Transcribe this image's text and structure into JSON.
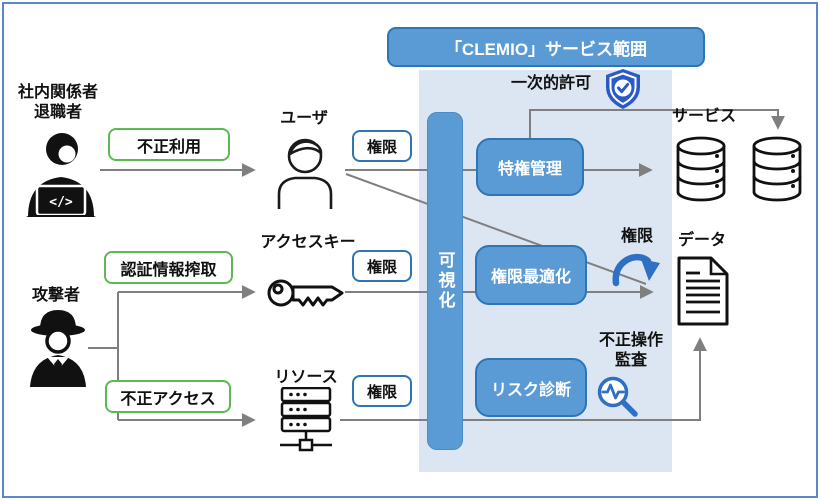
{
  "header": {
    "title": "「CLEMIO」サービス範囲"
  },
  "colors": {
    "primary_blue": "#5b9bd5",
    "border_blue": "#2e75b6",
    "panel_blue": "#dbe6f2",
    "accent_icon_blue": "#2b5ac8",
    "threat_green": "#5cb853",
    "connector_gray": "#7f7f7f",
    "outer_border_blue": "#5b87c5"
  },
  "actors": {
    "insider": {
      "line1": "社内関係者",
      "line2": "退職者"
    },
    "attacker": {
      "label": "攻撃者"
    }
  },
  "threats": {
    "misuse": "不正利用",
    "credential_theft": "認証情報搾取",
    "unauthorized_access": "不正アクセス"
  },
  "entities": {
    "user": "ユーザ",
    "access_key": "アクセスキー",
    "resource": "リソース",
    "service": "サービス",
    "data": "データ"
  },
  "permission": "権限",
  "visualization": "可視化",
  "processes": {
    "privilege_management": "特権管理",
    "permission_optimization": "権限最適化",
    "risk_diagnosis": "リスク診断"
  },
  "annotations": {
    "temporary_permission": "一次的許可",
    "permission_transfer": "権限",
    "audit_line1": "不正操作",
    "audit_line2": "監査"
  }
}
